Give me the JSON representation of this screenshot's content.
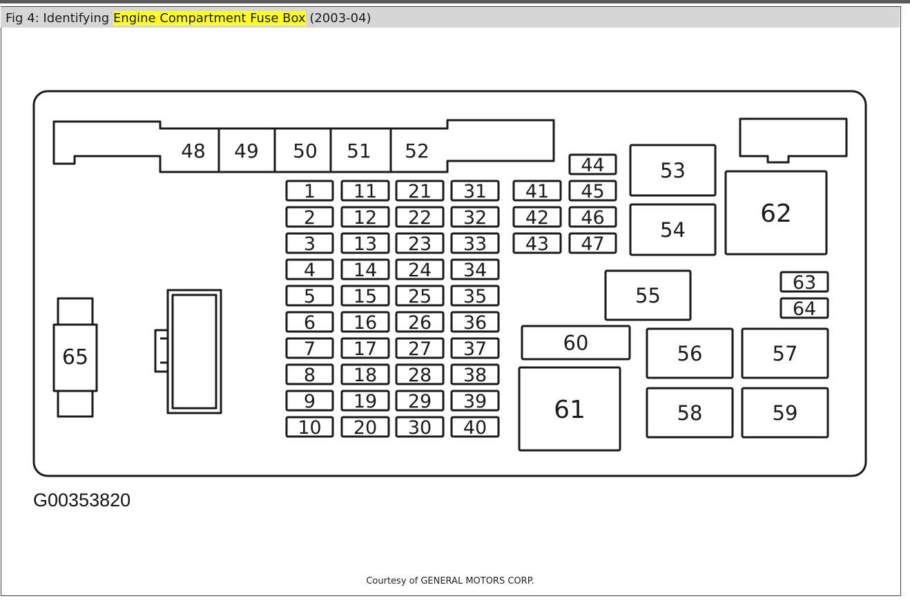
{
  "figure": {
    "title_prefix": "Fig 4: Identifying ",
    "title_highlight": "Engine Compartment Fuse Box",
    "title_suffix": " (2003-04)",
    "highlight_color": "#ffff24",
    "diagram_code": "G00353820",
    "credit": "Courtesy of GENERAL MOTORS CORP."
  },
  "fusebox": {
    "top_bar_labels": [
      "48",
      "49",
      "50",
      "51",
      "52"
    ],
    "fuse_columns": [
      [
        "1",
        "2",
        "3",
        "4",
        "5",
        "6",
        "7",
        "8",
        "9",
        "10"
      ],
      [
        "11",
        "12",
        "13",
        "14",
        "15",
        "16",
        "17",
        "18",
        "19",
        "20"
      ],
      [
        "21",
        "22",
        "23",
        "24",
        "25",
        "26",
        "27",
        "28",
        "29",
        "30"
      ],
      [
        "31",
        "32",
        "33",
        "34",
        "35",
        "36",
        "37",
        "38",
        "39",
        "40"
      ],
      [
        "41",
        "42",
        "43"
      ],
      [
        "44",
        "45",
        "46",
        "47"
      ]
    ],
    "relays": [
      "53",
      "54",
      "55",
      "56",
      "57",
      "58",
      "59",
      "60",
      "61",
      "62"
    ],
    "small_fuses": [
      "63",
      "64"
    ],
    "maxi_fuse": "65"
  }
}
